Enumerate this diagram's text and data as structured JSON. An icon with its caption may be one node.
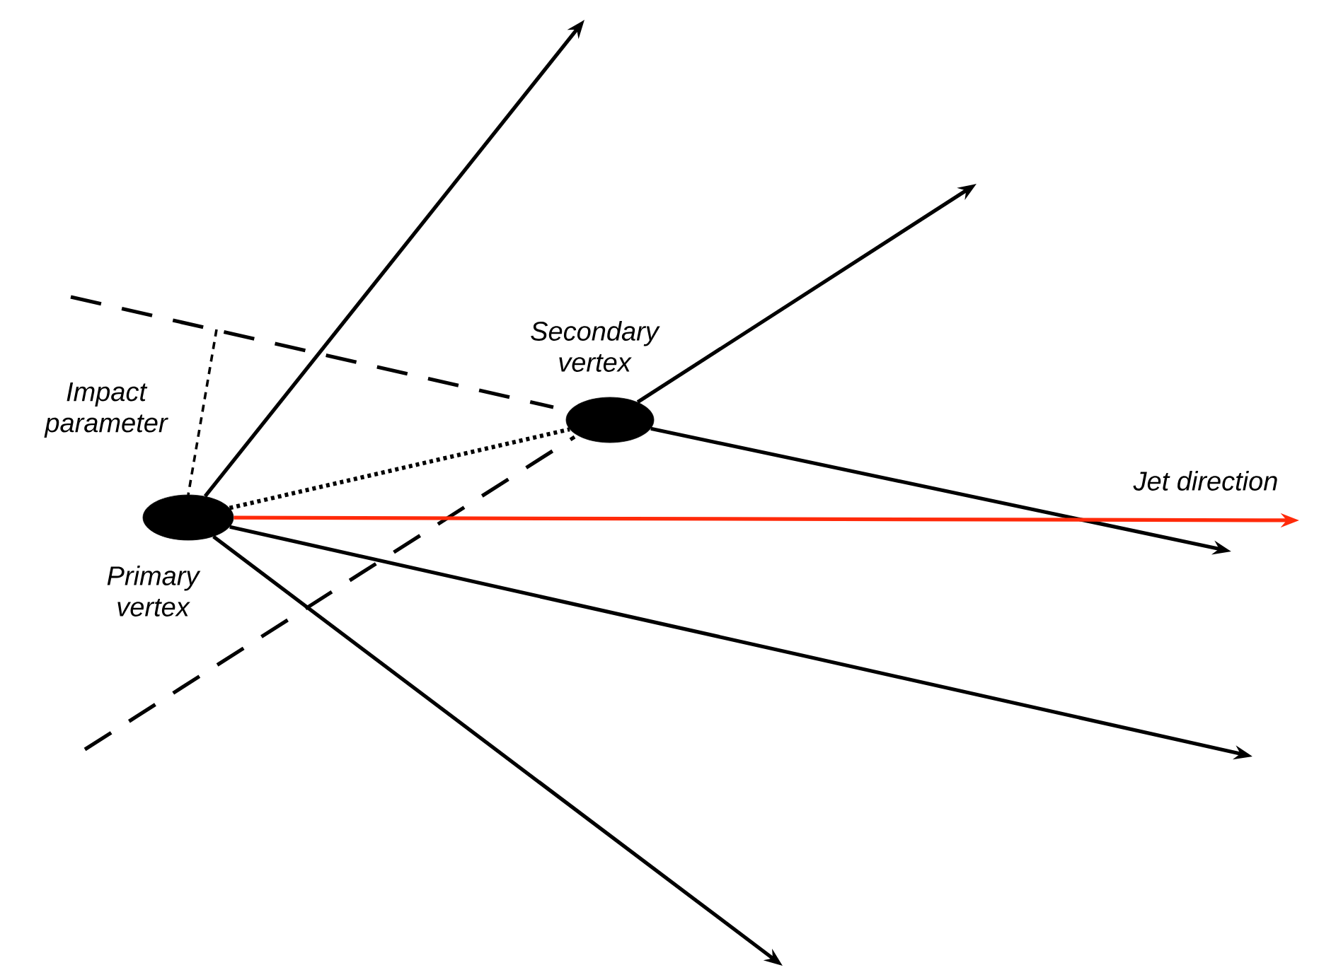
{
  "diagram": {
    "nodes": [
      {
        "text": [],
        "shape": "ellipse",
        "beside": [
          "Primary vertex"
        ]
      },
      {
        "text": [],
        "shape": "ellipse",
        "beside": [
          "Secondary vertex"
        ]
      }
    ],
    "edges": [
      {
        "from": 0,
        "to": 1,
        "arrow": "none",
        "style": "dashed"
      },
      {
        "from": 0,
        "to": null,
        "arrow": "to"
      },
      {
        "from": 1,
        "to": null,
        "arrow": "to"
      },
      {
        "from": 1,
        "to": null,
        "arrow": "to"
      },
      {
        "from": 0,
        "to": null,
        "arrow": "to",
        "color": "#ff2a0a",
        "label": "Jet direction"
      },
      {
        "from": 0,
        "to": null,
        "arrow": "to"
      },
      {
        "from": 0,
        "to": null,
        "arrow": "to"
      }
    ],
    "labels": [
      "Impact parameter"
    ]
  }
}
